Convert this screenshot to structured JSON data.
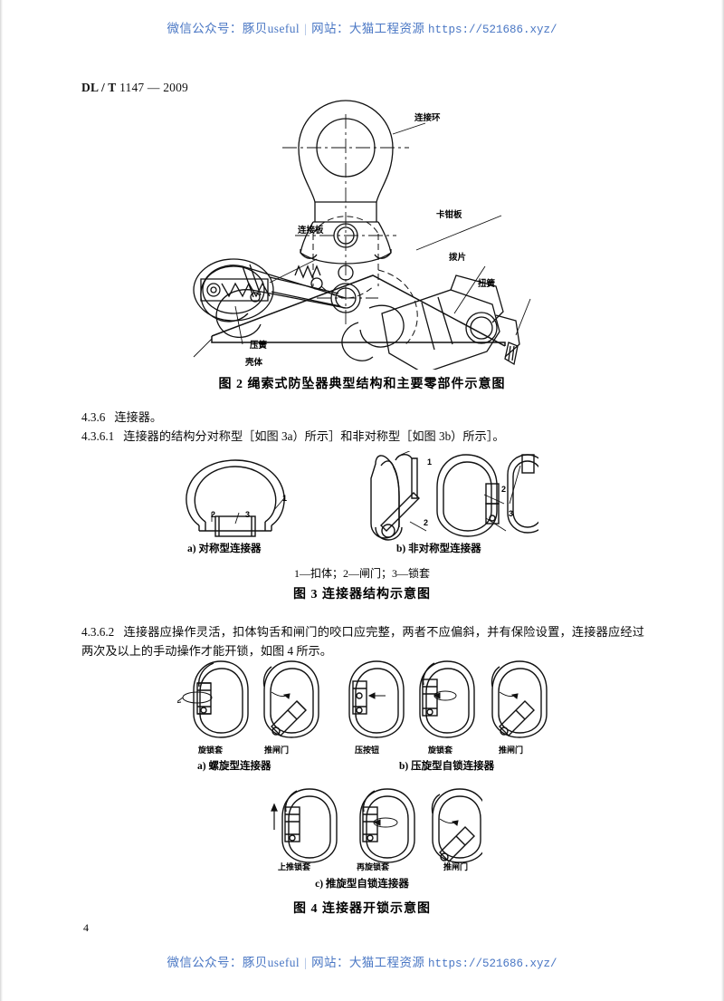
{
  "watermark": {
    "wechat_label": "微信公众号：豚贝useful",
    "separator": "|",
    "site_label": "网站：大猫工程资源",
    "url": "https://521686.xyz/"
  },
  "header": {
    "standard_prefix": "DL / T",
    "standard_number": "1147 — 2009",
    "standard_full": "DL / T 1147 — 2009"
  },
  "page_number": "4",
  "figure2": {
    "caption": "图 2    绳索式防坠器典型结构和主要零部件示意图",
    "labels": {
      "connecting_ring": "连接环",
      "caliper_plate": "卡钳板",
      "connecting_plate": "连接板",
      "paddle": "拨片",
      "torsion_spring": "扭簧",
      "compression_spring": "压簧",
      "housing": "壳体"
    }
  },
  "clause_4_3_6": {
    "number": "4.3.6",
    "text": "连接器。"
  },
  "clause_4_3_6_1": {
    "number": "4.3.6.1",
    "text": "连接器的结构分对称型［如图 3a）所示］和非对称型［如图 3b）所示］。"
  },
  "figure3": {
    "sub_a": "a) 对称型连接器",
    "sub_b": "b) 非对称型连接器",
    "legend": "1—扣体；2—闸门；3—锁套",
    "caption": "图 3    连接器结构示意图",
    "callouts": {
      "one": "1",
      "two": "2",
      "three": "3"
    }
  },
  "clause_4_3_6_2": {
    "number": "4.3.6.2",
    "text": "连接器应操作灵活，扣体钩舌和闸门的咬口应完整，两者不应偏斜，并有保险设置，连接器应经过两次及以上的手动操作才能开锁，如图 4 所示。"
  },
  "figure4": {
    "caption": "图 4    连接器开锁示意图",
    "row1": {
      "sub_a": "a) 螺旋型连接器",
      "sub_b": "b) 压旋型自锁连接器",
      "labels": [
        "旋锁套",
        "推闸门",
        "压按钮",
        "旋锁套",
        "推闸门"
      ]
    },
    "row2": {
      "sub_c": "c) 推旋型自锁连接器",
      "labels": [
        "上推锁套",
        "再旋锁套",
        "推闸门"
      ]
    }
  },
  "colors": {
    "watermark": "#4a77c4",
    "ink": "#0a0a0a",
    "paper": "#ffffff"
  }
}
